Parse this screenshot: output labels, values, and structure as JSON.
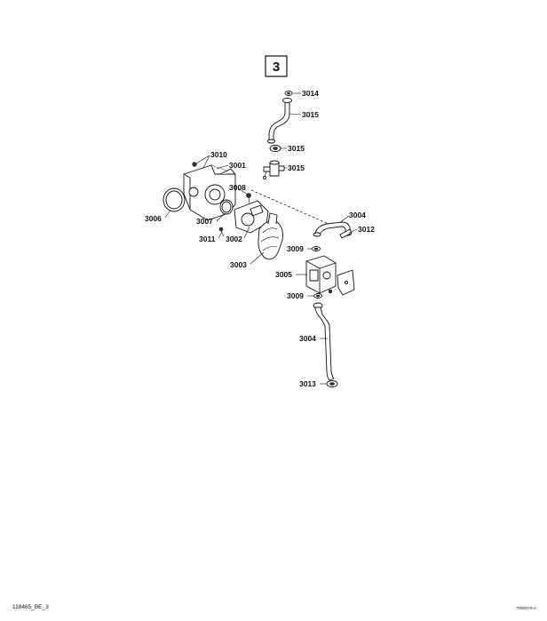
{
  "section_number": "3",
  "labels": {
    "p3014": "3014",
    "p3015a": "3015",
    "p3015b": "3015",
    "p3015c": "3015",
    "p3010": "3010",
    "p3001": "3001",
    "p3008": "3008",
    "p3006": "3006",
    "p3007": "3007",
    "p3011": "3011",
    "p3002": "3002",
    "p3003": "3003",
    "p3004a": "3004",
    "p3012": "3012",
    "p3009a": "3009",
    "p3005": "3005",
    "p3009b": "3009",
    "p3004b": "3004",
    "p3013": "3013"
  },
  "footer": {
    "left": "118465_BE_3",
    "right": "T000379-A"
  }
}
